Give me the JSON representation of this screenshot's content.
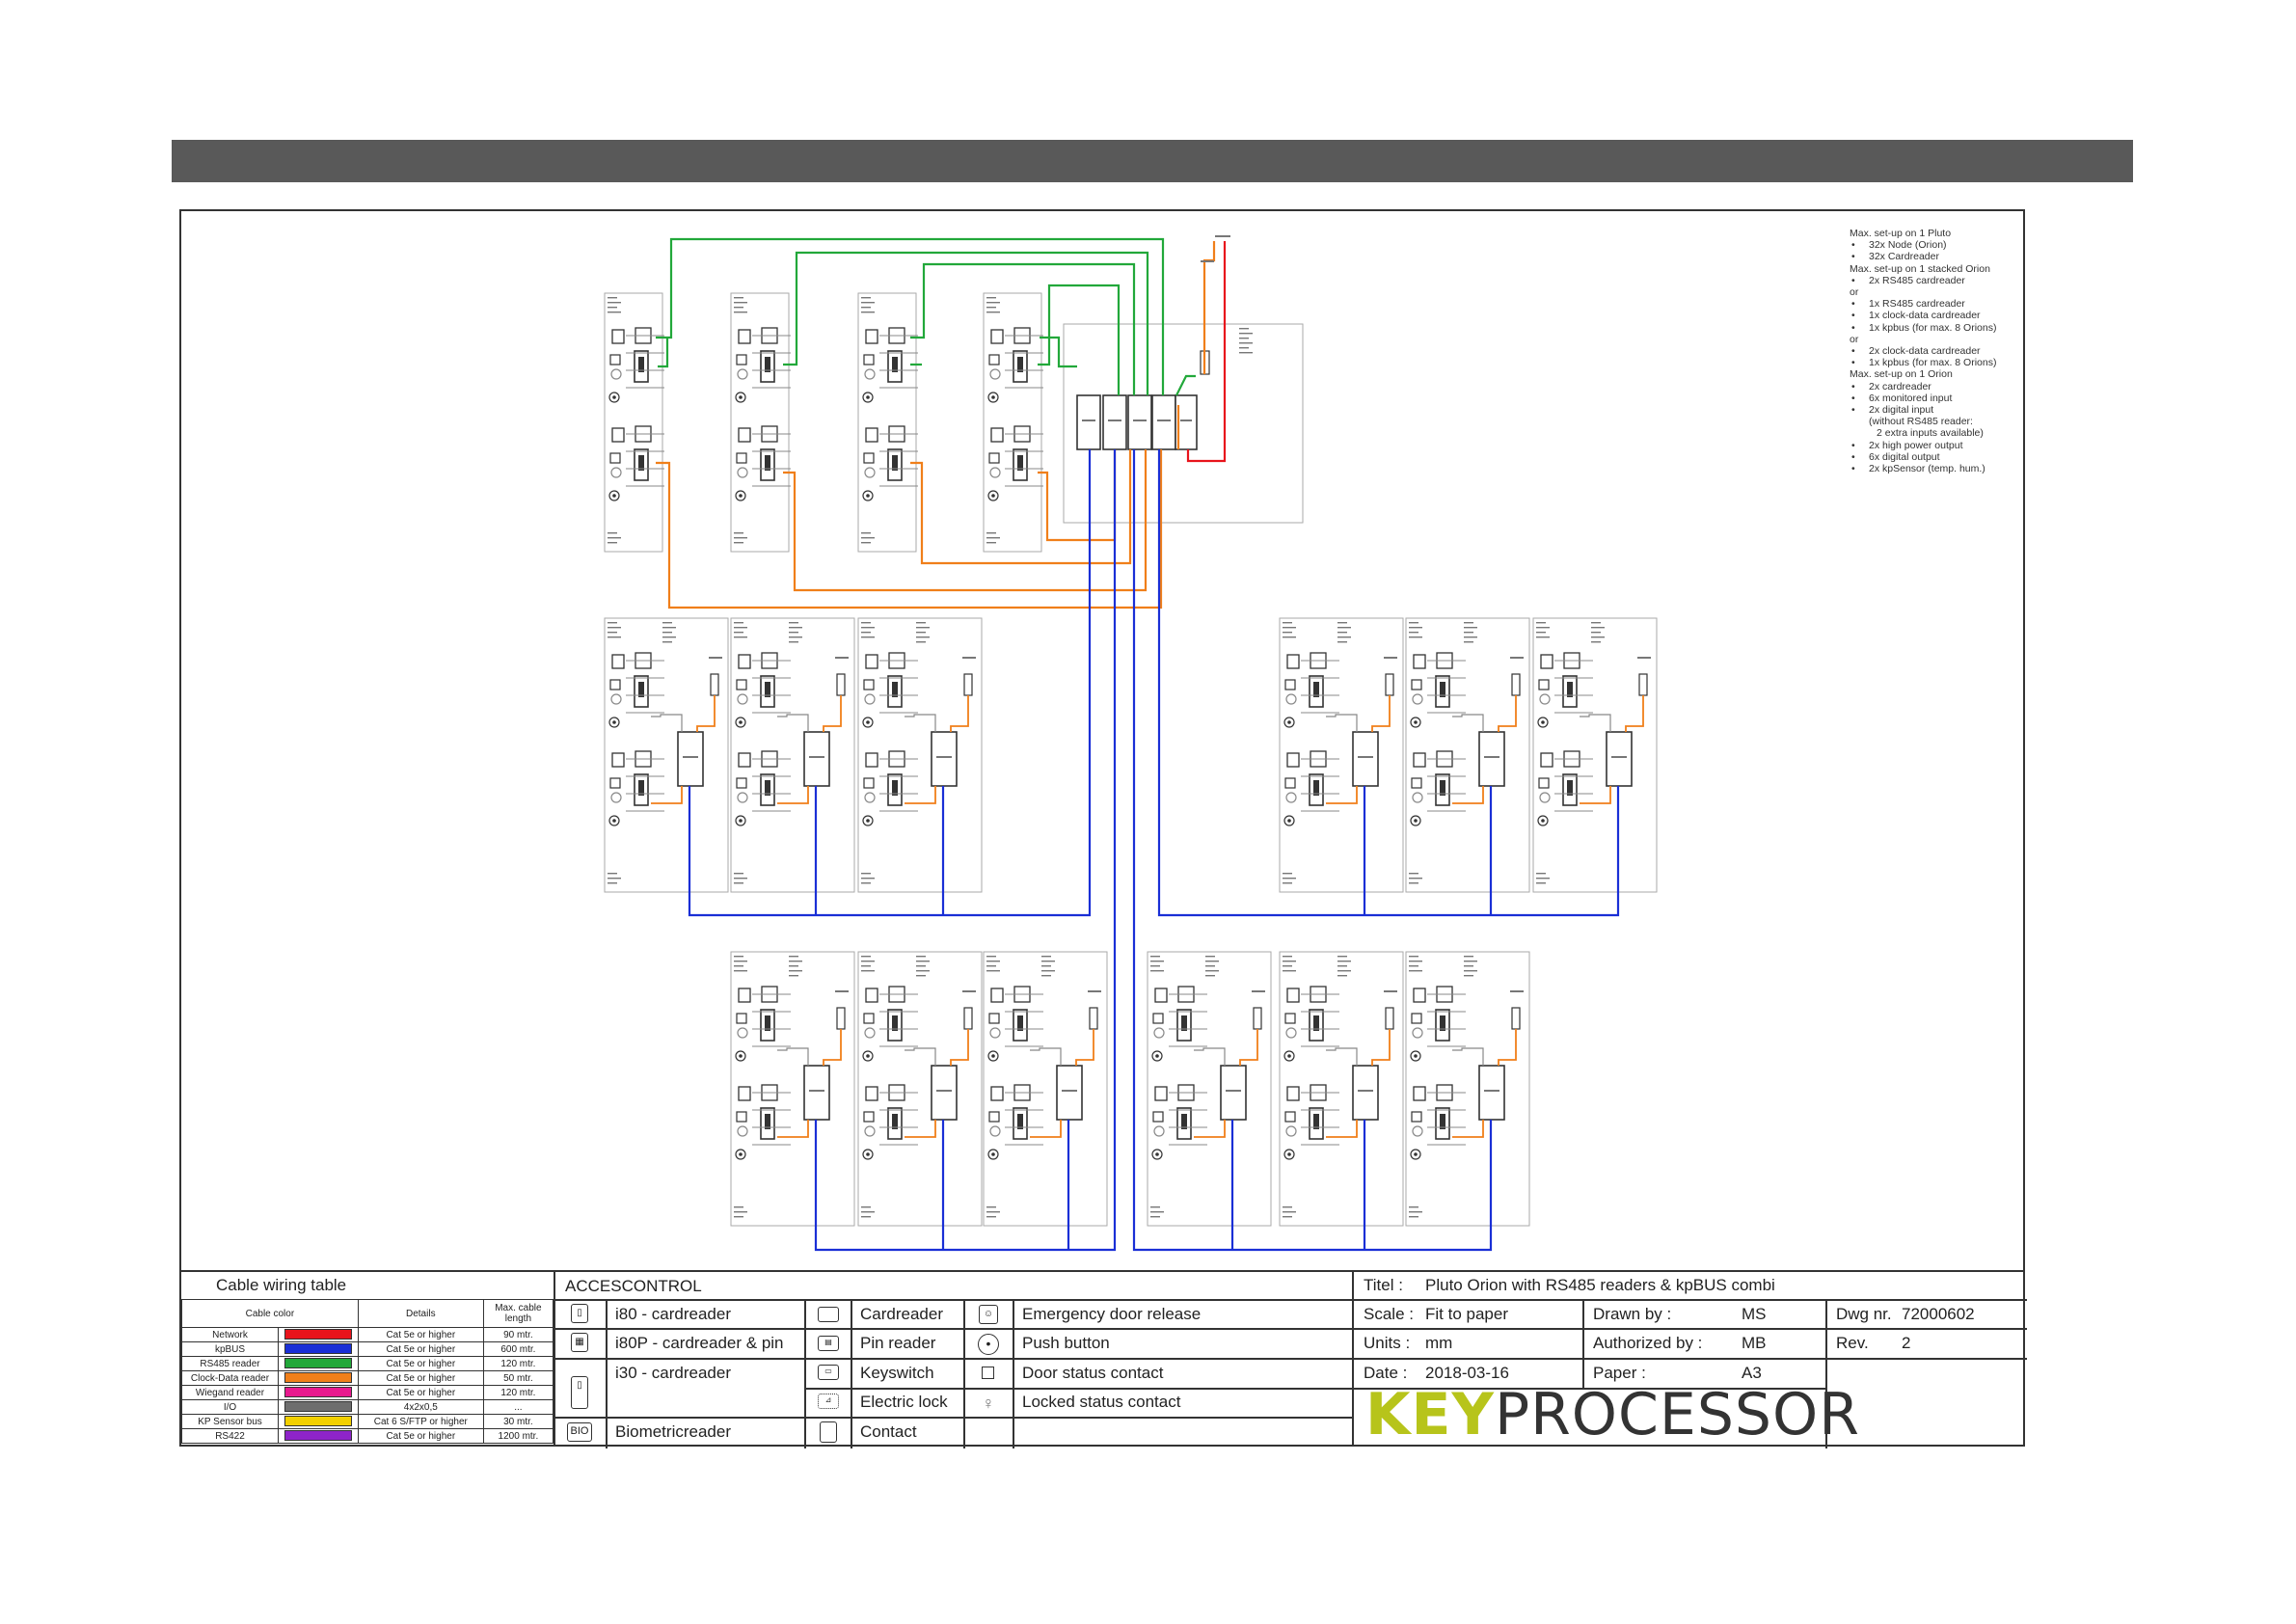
{
  "setup_notes": [
    {
      "text": "Max. set-up on 1 Pluto",
      "bullet": false
    },
    {
      "text": "32x Node (Orion)",
      "bullet": true
    },
    {
      "text": "32x Cardreader",
      "bullet": true
    },
    {
      "text": "Max. set-up on 1 stacked Orion",
      "bullet": false
    },
    {
      "text": "2x RS485 cardreader",
      "bullet": true
    },
    {
      "text": "or",
      "bullet": false
    },
    {
      "text": "1x RS485 cardreader",
      "bullet": true
    },
    {
      "text": "1x clock-data cardreader",
      "bullet": true
    },
    {
      "text": "1x kpbus (for max. 8 Orions)",
      "bullet": true
    },
    {
      "text": "or",
      "bullet": false
    },
    {
      "text": "2x clock-data cardreader",
      "bullet": true
    },
    {
      "text": "1x kpbus (for max. 8 Orions)",
      "bullet": true
    },
    {
      "text": "Max. set-up on 1 Orion",
      "bullet": false
    },
    {
      "text": "2x cardreader",
      "bullet": true
    },
    {
      "text": "6x monitored input",
      "bullet": true
    },
    {
      "text": "2x digital input",
      "bullet": true
    },
    {
      "text": "(without RS485 reader:",
      "bullet": "cont"
    },
    {
      "text": "2 extra inputs available)",
      "bullet": "cont2"
    },
    {
      "text": "2x high power output",
      "bullet": true
    },
    {
      "text": "6x digital output",
      "bullet": true
    },
    {
      "text": "2x kpSensor (temp. hum.)",
      "bullet": true
    }
  ],
  "wiring": {
    "title": "Cable wiring table",
    "headers": {
      "color": "Cable color",
      "details": "Details",
      "length": "Max. cable length"
    },
    "rows": [
      {
        "name": "Network",
        "color": "#e8141c",
        "details": "Cat 5e or higher",
        "length": "90 mtr."
      },
      {
        "name": "kpBUS",
        "color": "#1a2fd6",
        "details": "Cat 5e or higher",
        "length": "600 mtr."
      },
      {
        "name": "RS485 reader",
        "color": "#22a83a",
        "details": "Cat 5e or higher",
        "length": "120 mtr."
      },
      {
        "name": "Clock-Data reader",
        "color": "#f07f1a",
        "details": "Cat 5e or higher",
        "length": "50 mtr."
      },
      {
        "name": "Wiegand reader",
        "color": "#e8198e",
        "details": "Cat 5e or higher",
        "length": "120 mtr."
      },
      {
        "name": "I/O",
        "color": "#6e6e6e",
        "details": "4x2x0,5",
        "length": "..."
      },
      {
        "name": "KP Sensor bus",
        "color": "#f3d000",
        "details": "Cat 6 S/FTP or higher",
        "length": "30 mtr."
      },
      {
        "name": "RS422",
        "color": "#8e24c9",
        "details": "Cat 5e or higher",
        "length": "1200 mtr."
      }
    ]
  },
  "access": {
    "title": "ACCESCONTROL",
    "col1": [
      "i80 - cardreader",
      "i80P - cardreader & pin",
      "i30 - cardreader",
      "Biometricreader"
    ],
    "bio_icon": "BIO",
    "col2": [
      "Cardreader",
      "Pin reader",
      "Keyswitch",
      "Electric lock",
      "Contact"
    ],
    "col3": [
      "Emergency door release",
      "Push button",
      "Door status contact",
      "Locked status contact"
    ]
  },
  "info": {
    "title_label": "Titel :",
    "title": "Pluto Orion with RS485 readers & kpBUS combi",
    "scale_label": "Scale :",
    "scale": "Fit to paper",
    "drawn_label": "Drawn by :",
    "drawn": "MS",
    "dwg_label": "Dwg nr.",
    "dwg": "72000602",
    "units_label": "Units :",
    "units": "mm",
    "auth_label": "Authorized by :",
    "auth": "MB",
    "rev_label": "Rev.",
    "rev": "2",
    "date_label": "Date :",
    "date": "2018-03-16",
    "paper_label": "Paper :",
    "paper": "A3",
    "logo_a": "KEY",
    "logo_b": "PROCESSOR"
  },
  "colors": {
    "network": "#e8141c",
    "kpbus": "#1a2fd6",
    "rs485": "#22a83a",
    "clockdata": "#f07f1a",
    "io": "#777777"
  }
}
